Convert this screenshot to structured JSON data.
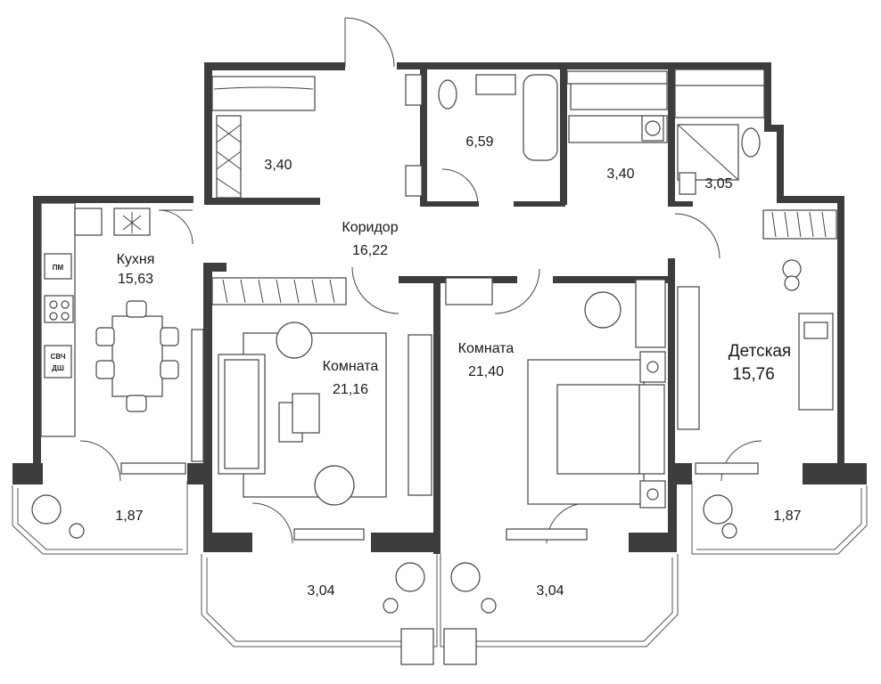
{
  "rooms": {
    "storage_left": {
      "area": "3,40"
    },
    "corridor": {
      "name": "Коридор",
      "area": "16,22"
    },
    "bathroom": {
      "area": "6,59"
    },
    "storage_mid": {
      "area": "3,40"
    },
    "wc": {
      "area": "3,05"
    },
    "kitchen": {
      "name": "Кухня",
      "area": "15,63"
    },
    "room_left": {
      "name": "Комната",
      "area": "21,16"
    },
    "room_mid": {
      "name": "Комната",
      "area": "21,40"
    },
    "kids_room": {
      "name": "Детская",
      "area": "15,76"
    },
    "balcony_left": {
      "area": "1,87"
    },
    "balcony_right": {
      "area": "1,87"
    },
    "loggia_left": {
      "area": "3,04"
    },
    "loggia_right": {
      "area": "3,04"
    }
  },
  "appliances": {
    "dishwasher": "ПМ",
    "microwave_line1": "СВЧ",
    "microwave_line2": "ДШ"
  },
  "colors": {
    "wall": "#3d3d3f",
    "line": "#444444",
    "background": "#ffffff"
  }
}
